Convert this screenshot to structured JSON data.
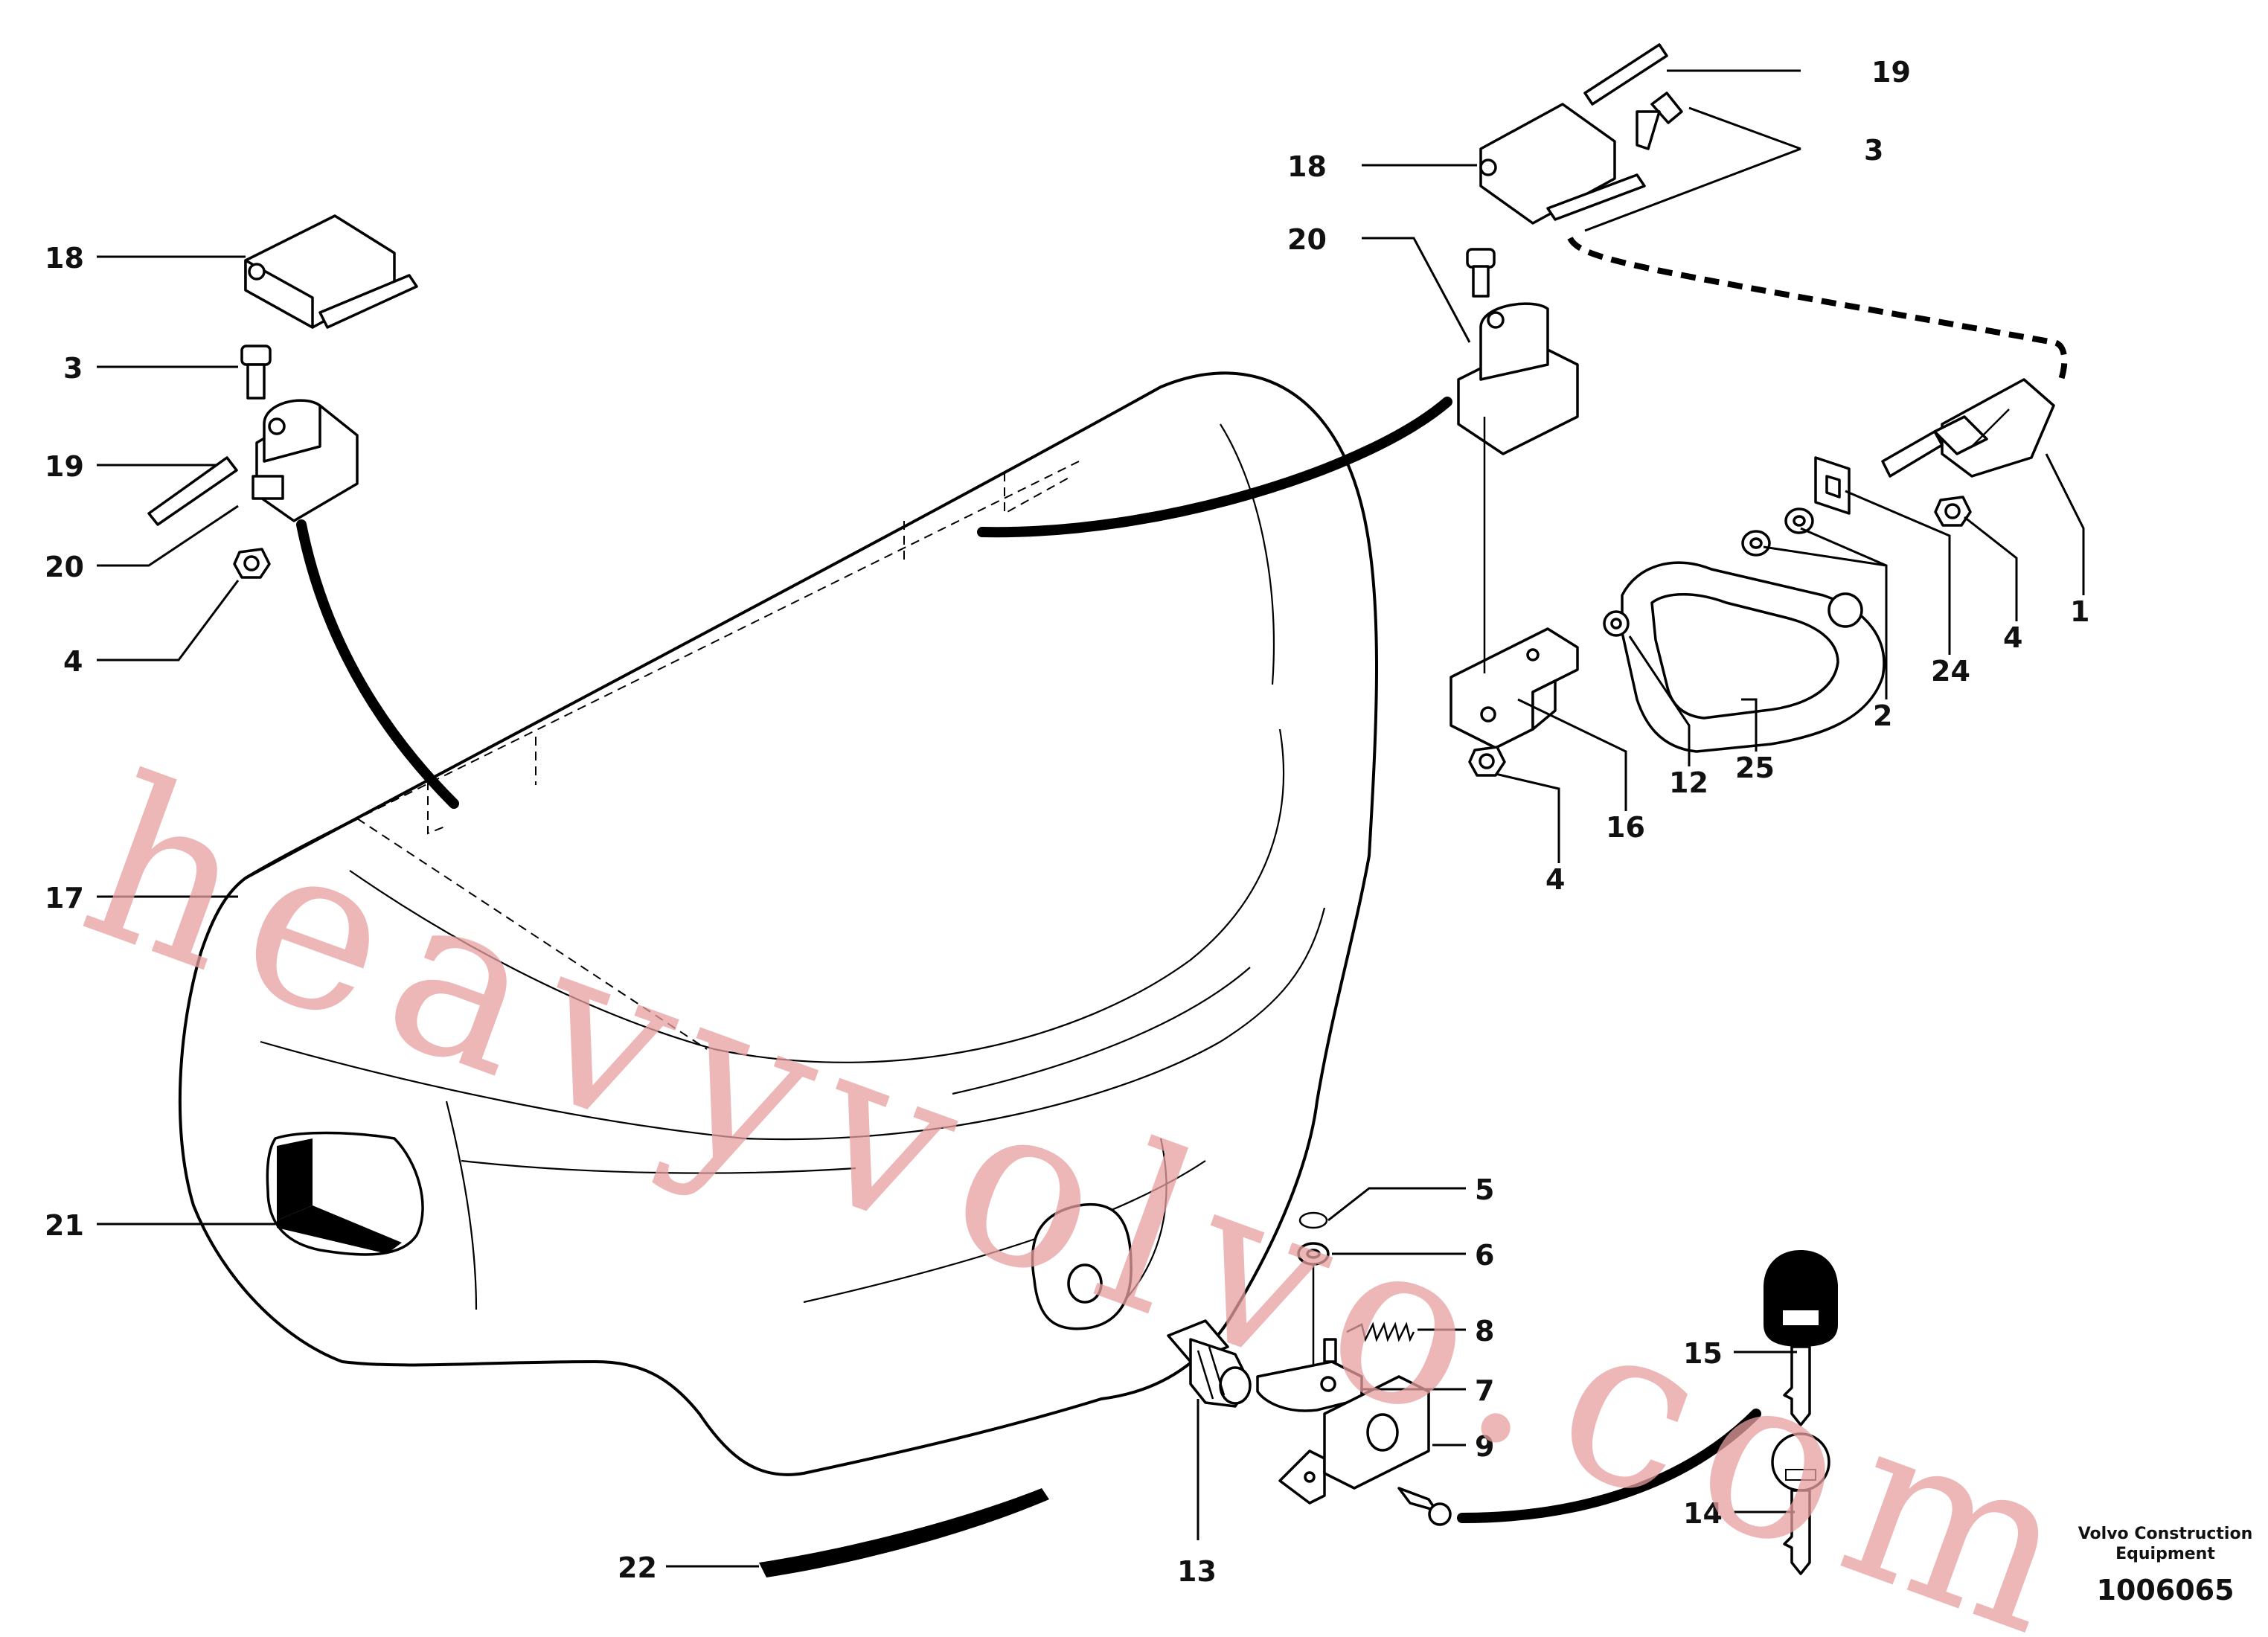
{
  "labels": [
    {
      "id": "l18a",
      "text": "18"
    },
    {
      "id": "l3a",
      "text": "3"
    },
    {
      "id": "l19a",
      "text": "19"
    },
    {
      "id": "l20a",
      "text": "20"
    },
    {
      "id": "l4a",
      "text": "4"
    },
    {
      "id": "l17",
      "text": "17"
    },
    {
      "id": "l21",
      "text": "21"
    },
    {
      "id": "l22",
      "text": "22"
    },
    {
      "id": "l13",
      "text": "13"
    },
    {
      "id": "l19b",
      "text": "19"
    },
    {
      "id": "l3b",
      "text": "3"
    },
    {
      "id": "l18b",
      "text": "18"
    },
    {
      "id": "l20b",
      "text": "20"
    },
    {
      "id": "l1",
      "text": "1"
    },
    {
      "id": "l4b",
      "text": "4"
    },
    {
      "id": "l24",
      "text": "24"
    },
    {
      "id": "l2",
      "text": "2"
    },
    {
      "id": "l25",
      "text": "25"
    },
    {
      "id": "l12",
      "text": "12"
    },
    {
      "id": "l16",
      "text": "16"
    },
    {
      "id": "l4c",
      "text": "4"
    },
    {
      "id": "l5",
      "text": "5"
    },
    {
      "id": "l6",
      "text": "6"
    },
    {
      "id": "l8",
      "text": "8"
    },
    {
      "id": "l7",
      "text": "7"
    },
    {
      "id": "l9",
      "text": "9"
    },
    {
      "id": "l15",
      "text": "15"
    },
    {
      "id": "l14",
      "text": "14"
    }
  ],
  "footer": {
    "brand_line1": "Volvo Construction",
    "brand_line2": "Equipment",
    "drawing_number": "1006065"
  },
  "watermark": "heavyvolvo.com"
}
